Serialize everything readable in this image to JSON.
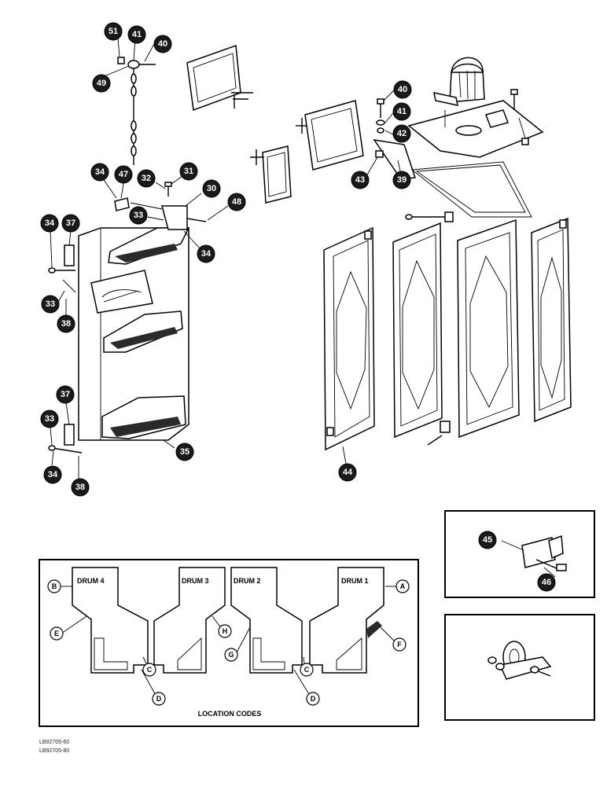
{
  "callouts": [
    "51",
    "41",
    "40",
    "49",
    "34",
    "47",
    "32",
    "31",
    "30",
    "33",
    "48",
    "34",
    "37",
    "34",
    "33",
    "38",
    "37",
    "33",
    "34",
    "38",
    "35",
    "40",
    "41",
    "42",
    "43",
    "39",
    "44",
    "45",
    "46"
  ],
  "location_panel": {
    "title": "LOCATION CODES",
    "drums": [
      "DRUM  4",
      "DRUM  3",
      "DRUM  2",
      "DRUM  1"
    ],
    "codes": [
      "B",
      "E",
      "C",
      "D",
      "H",
      "G",
      "C",
      "D",
      "A",
      "F"
    ]
  },
  "footer": [
    "LB92705-60",
    "LB92705-80"
  ]
}
